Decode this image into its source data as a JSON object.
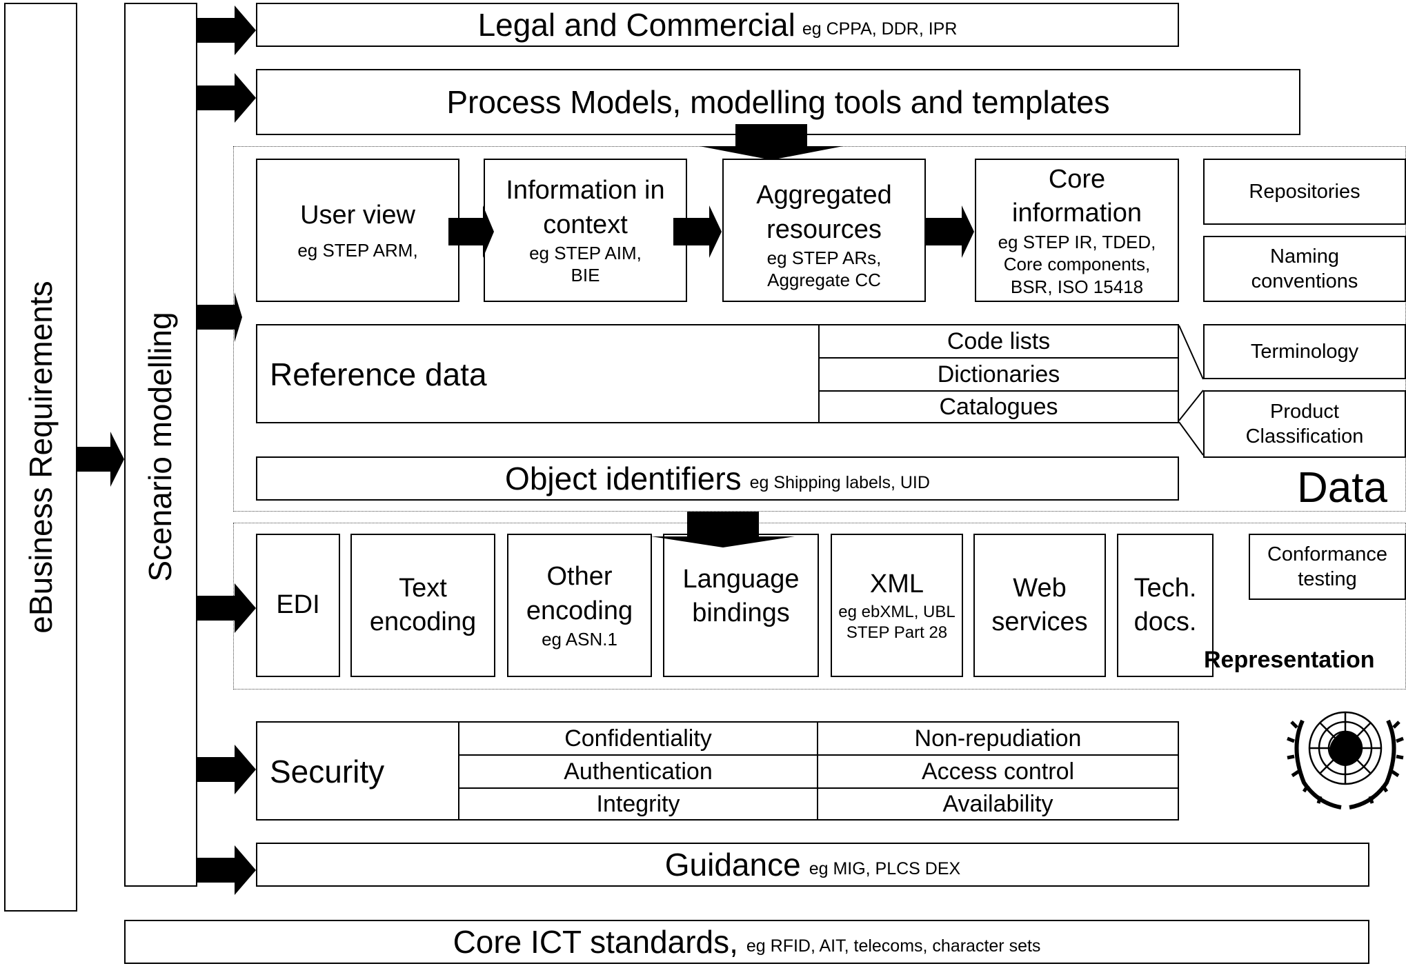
{
  "ebusiness": "eBusiness Requirements",
  "scenario": "Scenario modelling",
  "legal": {
    "title": "Legal and Commercial",
    "eg": "eg CPPA, DDR, IPR"
  },
  "process": "Process Models, modelling tools and templates",
  "flow": [
    {
      "title": "User view",
      "eg": "eg STEP ARM,"
    },
    {
      "title": "Information in context",
      "eg": "eg STEP AIM, BIE"
    },
    {
      "title": "Aggregated resources",
      "eg": "eg STEP ARs, Aggregate CC"
    },
    {
      "title": "Core information",
      "eg": "eg STEP IR, TDED, Core components, BSR, ISO 15418"
    }
  ],
  "side": {
    "repositories": "Repositories",
    "naming": "Naming conventions",
    "terminology": "Terminology",
    "product_classification": "Product Classification"
  },
  "reference": {
    "title": "Reference data",
    "items": [
      "Code lists",
      "Dictionaries",
      "Catalogues"
    ]
  },
  "objectid": {
    "title": "Object identifiers",
    "eg": "eg Shipping labels, UID"
  },
  "data_label": "Data",
  "representation": {
    "label": "Representation",
    "edi": "EDI",
    "text_encoding": "Text encoding",
    "other_encoding": {
      "title": "Other encoding",
      "eg": "eg ASN.1"
    },
    "language_bindings": "Language bindings",
    "xml": {
      "title": "XML",
      "eg": "eg ebXML, UBL STEP Part 28"
    },
    "web_services": "Web services",
    "tech_docs": "Tech. docs.",
    "conformance": "Conformance testing"
  },
  "security": {
    "title": "Security",
    "left": [
      "Confidentiality",
      "Authentication",
      "Integrity"
    ],
    "right": [
      "Non-repudiation",
      "Access control",
      "Availability"
    ]
  },
  "guidance": {
    "title": "Guidance",
    "eg": "eg MIG, PLCS DEX"
  },
  "core_ict": {
    "title": "Core ICT standards,",
    "eg": "eg RFID, AIT, telecoms, character sets"
  },
  "icons": {
    "un_emblem": "un-emblem-icon",
    "arrow": "arrow-icon"
  }
}
